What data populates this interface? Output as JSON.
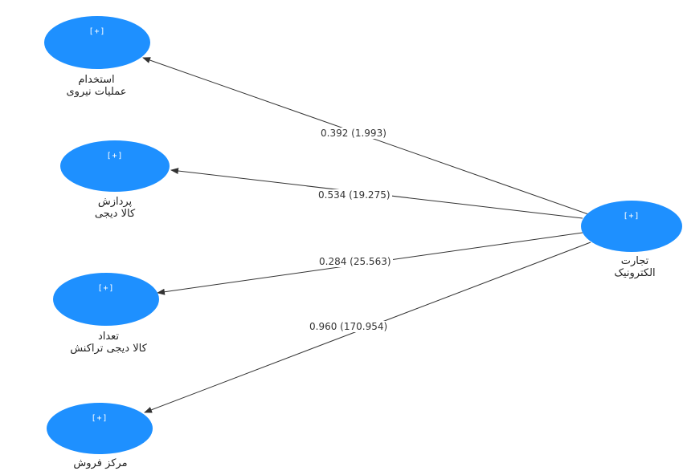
{
  "diagram": {
    "nodes": [
      {
        "id": "ecommerce",
        "expand": "[+]",
        "label_lines": [
          "تجارت",
          "الکترونیک"
        ]
      },
      {
        "id": "hr",
        "expand": "[+]",
        "label_lines": [
          "استخدام",
          "عملیات نیروی"
        ]
      },
      {
        "id": "processing",
        "expand": "[+]",
        "label_lines": [
          "پردازش",
          "کالا دیجی"
        ]
      },
      {
        "id": "transactions",
        "expand": "[+]",
        "label_lines": [
          "تعداد",
          "کالا دیجی تراکنش"
        ]
      },
      {
        "id": "sales",
        "expand": "[+]",
        "label_lines": [
          "مرکز فروش"
        ]
      }
    ],
    "edges": [
      {
        "from": "ecommerce",
        "to": "hr",
        "label": "0.392 (1.993)"
      },
      {
        "from": "ecommerce",
        "to": "processing",
        "label": "0.534 (19.275)"
      },
      {
        "from": "ecommerce",
        "to": "transactions",
        "label": "0.284 (25.563)"
      },
      {
        "from": "ecommerce",
        "to": "sales",
        "label": "0.960 (170.954)"
      }
    ],
    "node_color": "#1e90ff"
  }
}
